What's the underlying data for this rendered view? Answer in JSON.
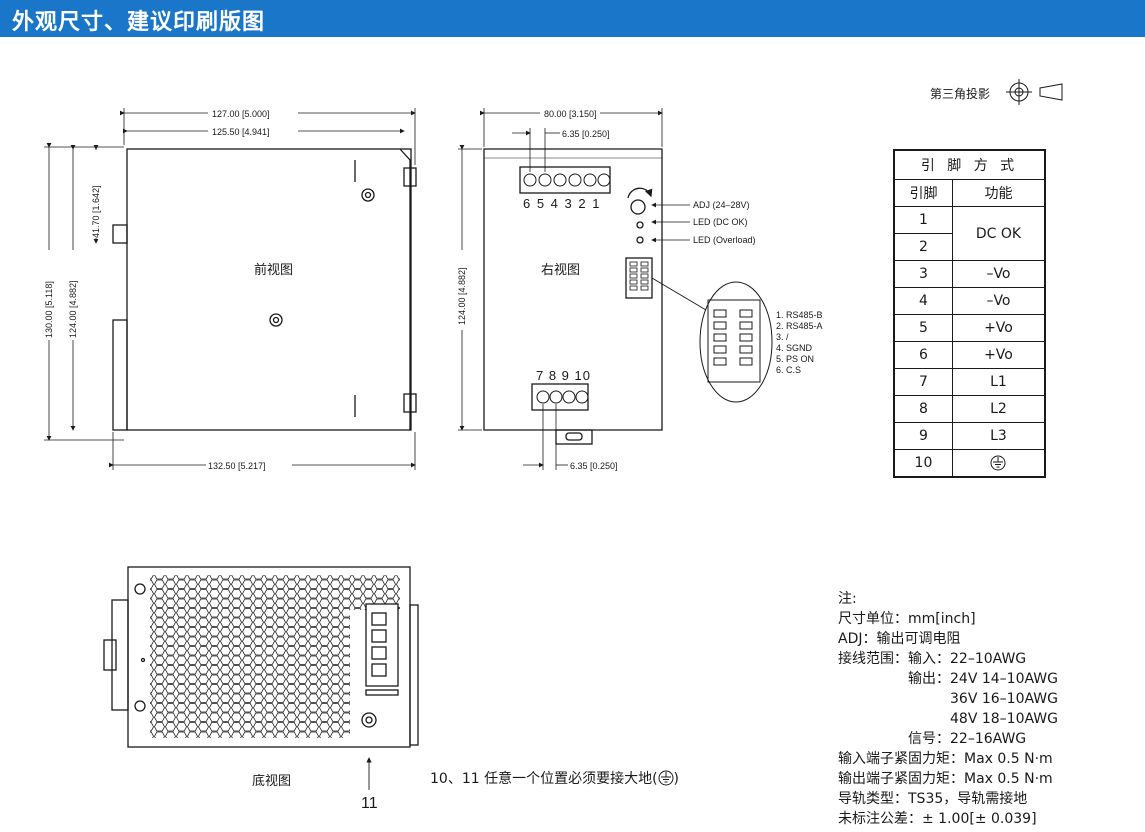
{
  "header": {
    "title": "外观尺寸、建议印刷版图",
    "color": "#1976c9"
  },
  "projection": {
    "label": "第三角投影"
  },
  "front_view": {
    "label": "前视图",
    "dims": {
      "overall_width": "127.00 [5.000]",
      "body_width": "125.50 [4.941]",
      "overall_height": "130.00 [5.118]",
      "body_height": "124.00 [4.882]",
      "top_offset": "41.70 [1.642]",
      "depth": "132.50 [5.217]"
    }
  },
  "right_view": {
    "label": "右视图",
    "dims": {
      "width": "80.00 [3.150]",
      "pitch_top": "6.35 [0.250]",
      "height": "124.00 [4.882]",
      "pitch_bottom": "6.35 [0.250]"
    },
    "top_pins": "6 5 4 3 2 1",
    "bottom_pins": "7 8 9 10",
    "callouts": [
      "ADJ (24–28V)",
      "LED (DC OK)",
      "LED (Overload)"
    ],
    "connector_pins": [
      "1. RS485-B",
      "2. RS485-A",
      "3. /",
      "4. SGND",
      "5. PS ON",
      "6. C.S"
    ]
  },
  "pin_table": {
    "title": "引 脚 方 式",
    "headers": [
      "引脚",
      "功能"
    ],
    "rows": [
      {
        "pin": "1",
        "function": "DC OK"
      },
      {
        "pin": "2",
        "function": ""
      },
      {
        "pin": "3",
        "function": "–Vo"
      },
      {
        "pin": "4",
        "function": "–Vo"
      },
      {
        "pin": "5",
        "function": "+Vo"
      },
      {
        "pin": "6",
        "function": "+Vo"
      },
      {
        "pin": "7",
        "function": "L1"
      },
      {
        "pin": "8",
        "function": "L2"
      },
      {
        "pin": "9",
        "function": "L3"
      },
      {
        "pin": "10",
        "function": ""
      }
    ]
  },
  "bottom_view": {
    "label": "底视图",
    "pointer_label": "11",
    "note_prefix": "10、11 任意一个位置必须要接大地(",
    "note_suffix": ")"
  },
  "notes": {
    "title": "注:",
    "lines": [
      "尺寸单位：mm[inch]",
      "ADJ：输出可调电阻",
      "接线范围：输入：22–10AWG",
      "　　　　　输出：24V 14–10AWG",
      "　　　　　　　　36V 16–10AWG",
      "　　　　　　　　48V 18–10AWG",
      "　　　　　信号：22–16AWG",
      "输入端子紧固力矩：Max 0.5 N·m",
      "输出端子紧固力矩：Max 0.5 N·m",
      "导轨类型：TS35，导轨需接地",
      "未标注公差：± 1.00[± 0.039]"
    ]
  }
}
